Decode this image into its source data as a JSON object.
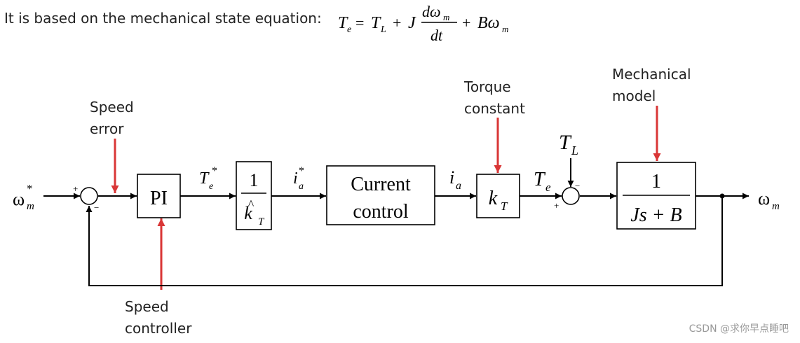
{
  "intro_text": "It is based on the mechanical state equation:",
  "equation": {
    "Te": "T",
    "Te_sub": "e",
    "eq": "=",
    "TL": "T",
    "TL_sub": "L",
    "plus1": "+",
    "J": "J",
    "num": "dω",
    "num_sub": "m",
    "den": "dt",
    "plus2": "+",
    "B": "Bω",
    "B_sub": "m"
  },
  "annotations": {
    "speed_error": [
      "Speed",
      "error"
    ],
    "speed_controller": [
      "Speed",
      "controller"
    ],
    "torque_constant": [
      "Torque",
      "constant"
    ],
    "mechanical_model": [
      "Mechanical",
      "model"
    ]
  },
  "blocks": {
    "pi": "PI",
    "gain_num": "1",
    "gain_den": "k",
    "gain_den_sub": "T",
    "gain_hat": "^",
    "current_control": [
      "Current",
      "control"
    ],
    "torque_const": "k",
    "torque_const_sub": "T",
    "plant_num": "1",
    "plant_den": "Js + B"
  },
  "signals": {
    "input": "ω",
    "input_sub": "m",
    "input_sup": "*",
    "te_ref": "T",
    "te_ref_sub": "e",
    "te_ref_sup": "*",
    "ia_ref": "i",
    "ia_ref_sub": "a",
    "ia_ref_sup": "*",
    "ia": "i",
    "ia_sub": "a",
    "te": "T",
    "te_sub": "e",
    "tl": "T",
    "tl_sub": "L",
    "output": "ω",
    "output_sub": "m"
  },
  "signs": {
    "sum1_plus": "+",
    "sum1_minus": "−",
    "sum2_plus": "+",
    "sum2_minus": "−"
  },
  "watermark": "CSDN @求你早点睡吧"
}
